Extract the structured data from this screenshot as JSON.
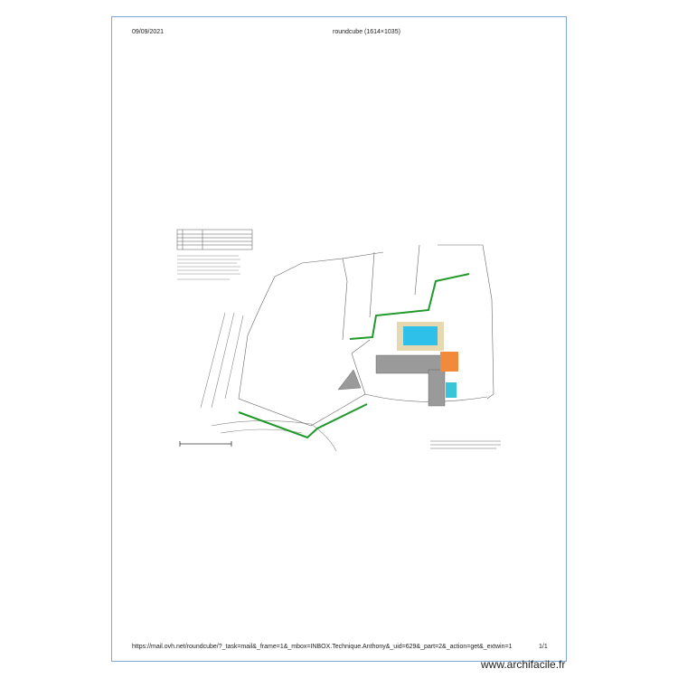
{
  "header": {
    "date": "09/09/2021",
    "title": "roundcube (1614×1035)"
  },
  "footer": {
    "url": "https://mail.ovh.net/roundcube/?_task=mail&_frame=1&_mbox=INBOX.Technique.Anthony&_uid=629&_part=2&_action=get&_extwin=1",
    "page": "1/1"
  },
  "watermark": "www.archifacile.fr",
  "colors": {
    "border": "#7fa6d6",
    "boundary_green": "#1f9a2a",
    "pool_blue": "#2fc0ea",
    "pool_deck": "#e6d8b0",
    "terrace_orange": "#f28a3c"
  }
}
